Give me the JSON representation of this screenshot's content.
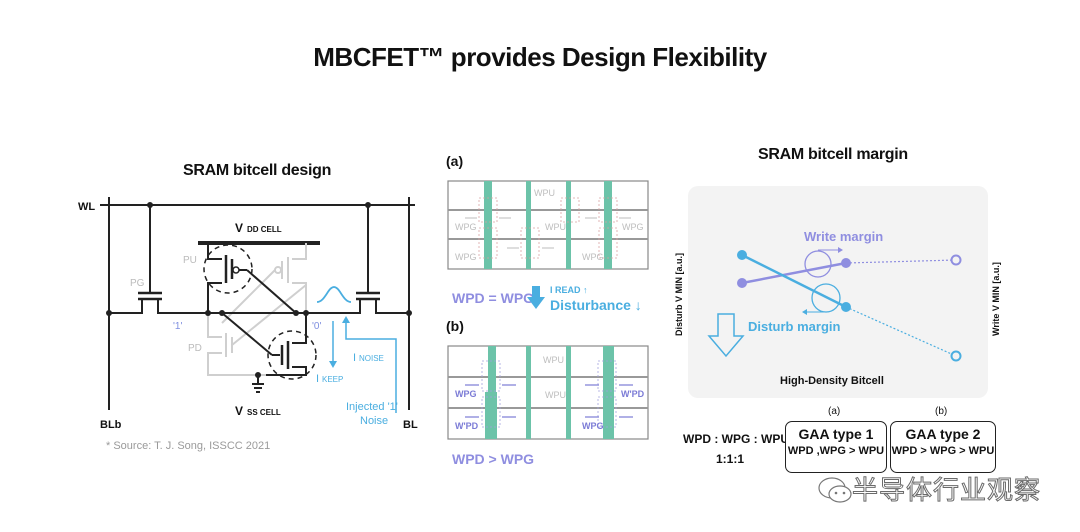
{
  "title": "MBCFET™  provides Design Flexibility",
  "colors": {
    "teal_bar": "#6cc3a9",
    "lavender": "#8f8ee0",
    "blue": "#4aaee0",
    "grey_line": "#c8c8c8",
    "panel_bg": "#f3f3f3"
  },
  "left": {
    "title": "SRAM bitcell design",
    "labels": {
      "wl": "WL",
      "blb": "BLb",
      "bl": "BL",
      "vdd": "V",
      "vdd_sub": "DD CELL",
      "vss": "V",
      "vss_sub": "SS CELL",
      "pu": "PU",
      "pg": "PG",
      "pd": "PD",
      "node1": "'1'",
      "node0": "'0'",
      "inoise": "I",
      "inoise_sub": "NOISE",
      "ikeep": "I",
      "ikeep_sub": "KEEP",
      "injected_line1": "Injected '1'",
      "injected_line2": "Noise"
    },
    "source": "* Source: T. J. Song, ISSCC 2021"
  },
  "middle": {
    "panel_a_label": "(a)",
    "panel_b_label": "(b)",
    "cell_labels_a": [
      "WPU",
      "WPG",
      "WPU",
      "WPG",
      "WPG",
      "WPG"
    ],
    "cell_labels_b": [
      "WPU",
      "WPG",
      "WPU",
      "W'PD",
      "W'PD",
      "WPG"
    ],
    "eq_label": "WPD = WPG",
    "iread": "I",
    "iread_sub": "READ ↑",
    "disturbance": "Disturbance ↓",
    "gt_label": "WPD > WPG"
  },
  "right": {
    "title": "SRAM bitcell margin",
    "write_margin": "Write margin",
    "disturb_margin": "Disturb margin",
    "y_left": "Disturb V MIN  [a.u.]",
    "y_right": "Write V MIN  [a.u.]",
    "panel_caption": "High-Density Bitcell",
    "ratio_label": "WPD : WPG : WPU =",
    "ratio_value": "1:1:1",
    "options": [
      {
        "tag": "(a)",
        "title": "GAA type 1",
        "sub": "WPD ,WPG > WPU"
      },
      {
        "tag": "(b)",
        "title": "GAA type 2",
        "sub": "WPD > WPG > WPU"
      }
    ]
  },
  "watermark": "半导体行业观察"
}
